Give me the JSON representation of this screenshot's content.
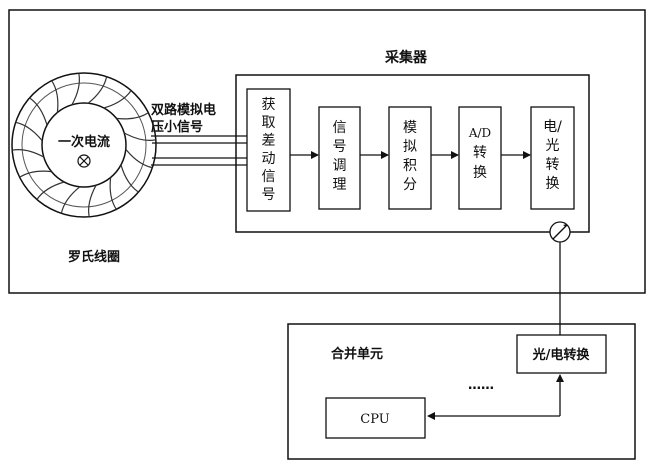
{
  "collector": {
    "title": "采集器",
    "blocks": [
      {
        "id": "diff",
        "lines": [
          "获",
          "取",
          "差",
          "动",
          "信",
          "号"
        ]
      },
      {
        "id": "cond",
        "lines": [
          "信",
          "号",
          "调",
          "理"
        ]
      },
      {
        "id": "integ",
        "lines": [
          "模",
          "拟",
          "积",
          "分"
        ]
      },
      {
        "id": "adc",
        "lines": [
          "A/D",
          "转",
          "换"
        ]
      },
      {
        "id": "eo",
        "lines": [
          "电/",
          "光",
          "转",
          "换"
        ]
      }
    ]
  },
  "coil": {
    "center_label": "一次电流",
    "label": "罗氏线圈",
    "signal_label_line1": "双路模拟电",
    "signal_label_line2": "压小信号"
  },
  "merging_unit": {
    "title": "合并单元",
    "oe_label": "光/电转换",
    "cpu_label": "CPU",
    "ellipsis": "……"
  }
}
